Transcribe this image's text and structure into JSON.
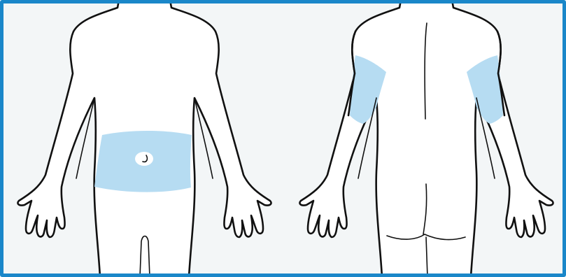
{
  "colors": {
    "border": "#1a87c9",
    "background": "#f3f6f7",
    "body_fill": "#ffffff",
    "outline": "#111111",
    "injection_zone": "#b6dcf2"
  },
  "figures": [
    {
      "view": "front",
      "zones": [
        "abdomen"
      ]
    },
    {
      "view": "back",
      "zones": [
        "upper-arm-left",
        "upper-arm-right"
      ]
    }
  ]
}
